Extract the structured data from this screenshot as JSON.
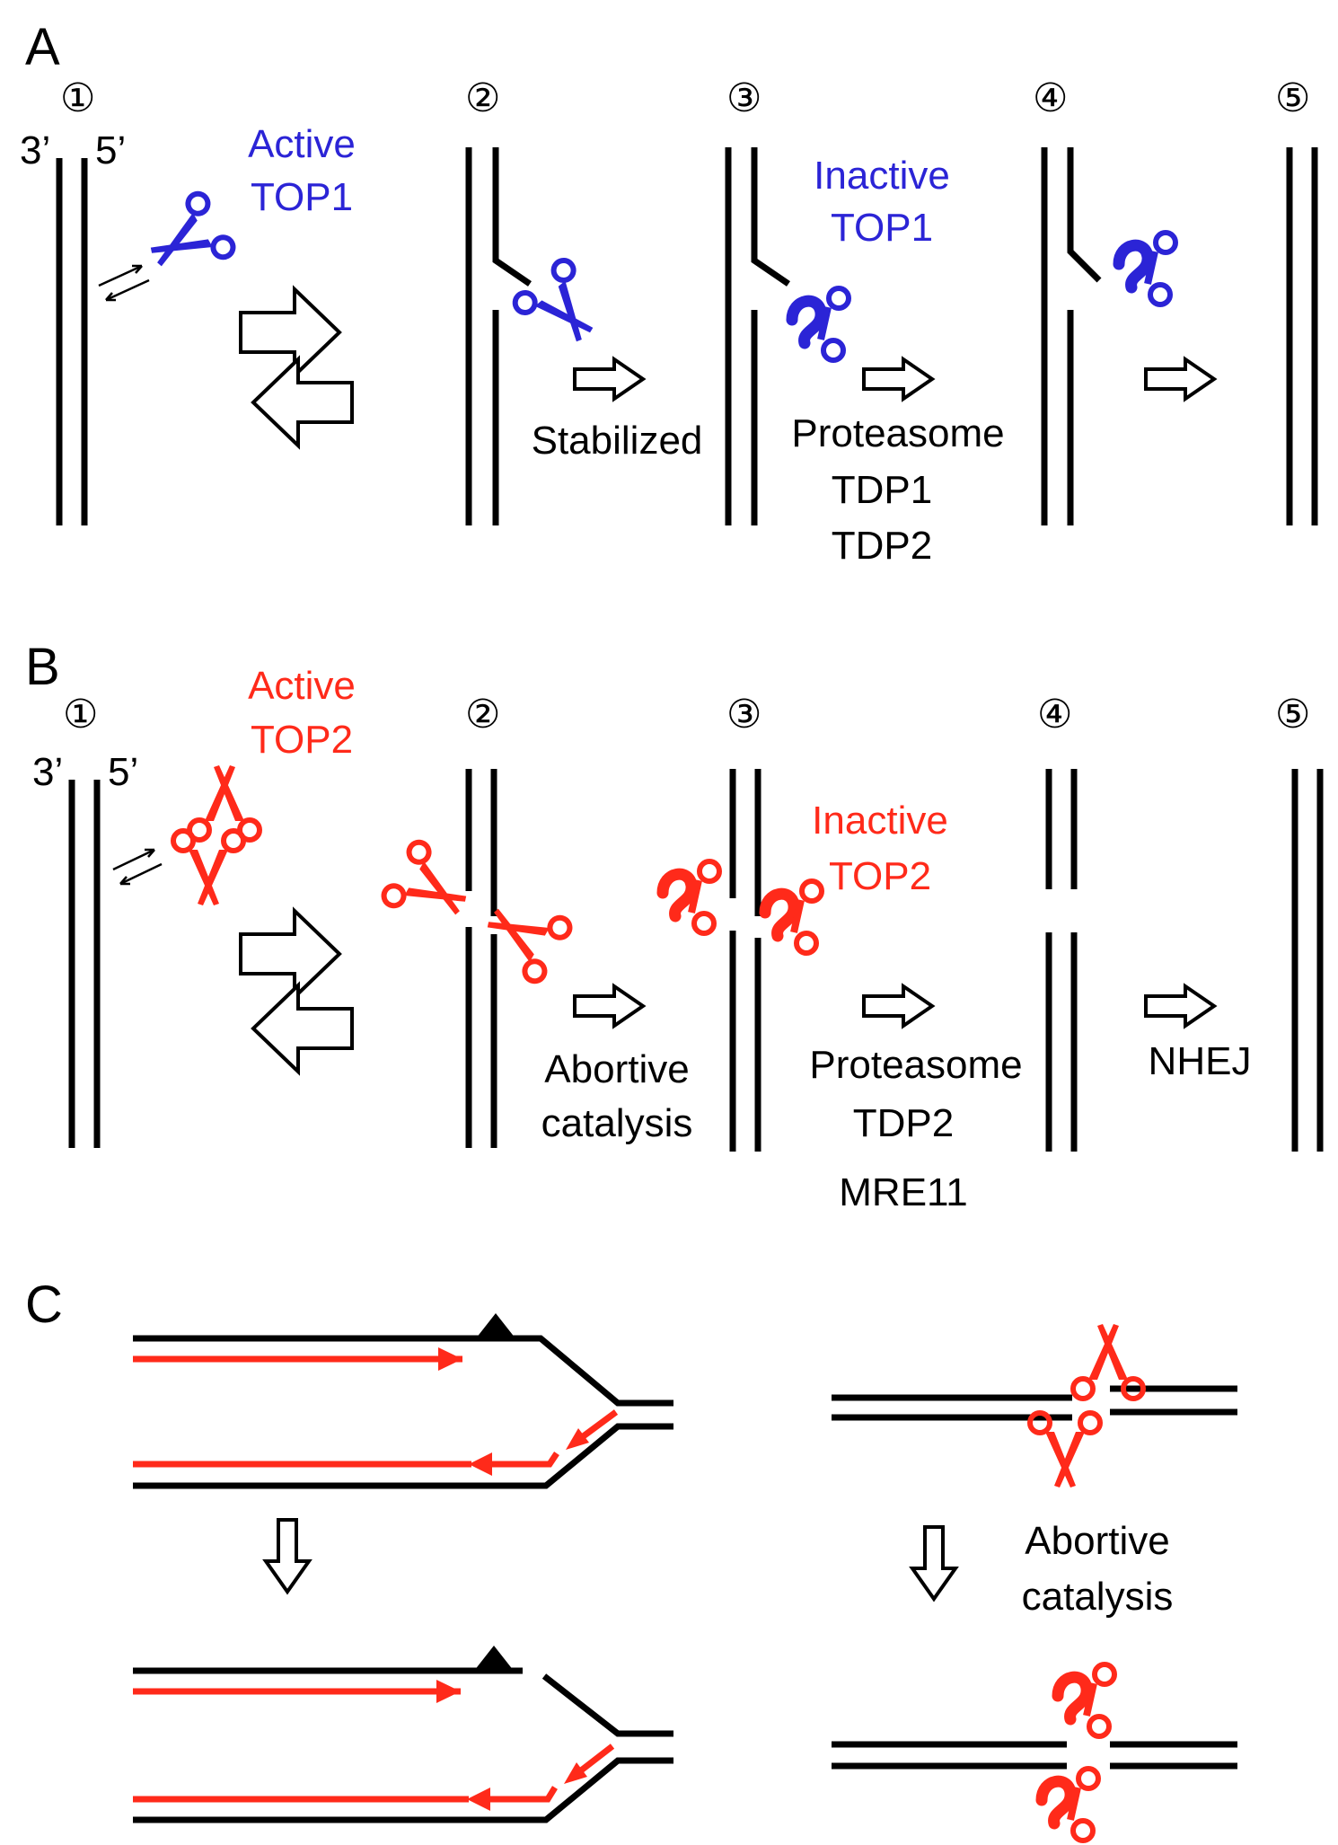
{
  "colors": {
    "top1": "#2b24d6",
    "top2": "#ff2a1a",
    "strand": "#000000",
    "nascent": "#ff2a1a"
  },
  "panels": {
    "a": {
      "letter": "A",
      "steps": [
        "①",
        "②",
        "③",
        "④",
        "⑤"
      ],
      "end_left": "3’",
      "end_right": "5’",
      "active": [
        "Active",
        "TOP1"
      ],
      "inactive": [
        "Inactive",
        "TOP1"
      ],
      "stabilized": "Stabilized",
      "repair": [
        "Proteasome",
        "TDP1",
        "TDP2"
      ]
    },
    "b": {
      "letter": "B",
      "steps": [
        "①",
        "②",
        "③",
        "④",
        "⑤"
      ],
      "end_left": "3’",
      "end_right": "5’",
      "active": [
        "Active",
        "TOP2"
      ],
      "inactive": [
        "Inactive",
        "TOP2"
      ],
      "abortive": [
        "Abortive",
        "catalysis"
      ],
      "repair": [
        "Proteasome",
        "TDP2",
        "MRE11"
      ],
      "nhej": "NHEJ"
    },
    "c": {
      "letter": "C",
      "abortive": [
        "Abortive",
        "catalysis"
      ]
    }
  },
  "icons": {
    "active_scissors": "open-scissors-icon",
    "inactive_scissors": "curled-scissors-icon",
    "arrow": "hollow-arrow-icon",
    "lesion": "triangle-lesion-icon"
  }
}
